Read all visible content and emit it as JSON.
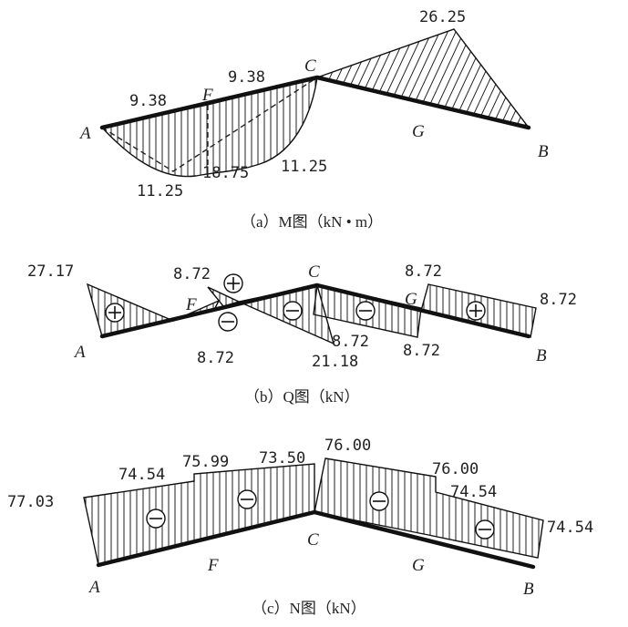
{
  "panel_a": {
    "caption": "（a）M图（kN • m）",
    "labels": {
      "A": "A",
      "F": "F",
      "C": "C",
      "G": "G",
      "B": "B"
    },
    "values": {
      "v1": "9.38",
      "v2": "9.38",
      "v3": "26.25",
      "v4": "18.75",
      "v5": "11.25",
      "v6": "11.25"
    }
  },
  "panel_b": {
    "caption": "（b）Q图（kN）",
    "labels": {
      "A": "A",
      "F": "F",
      "C": "C",
      "G": "G",
      "B": "B"
    },
    "values": {
      "v1": "27.17",
      "v2": "8.72",
      "v3": "8.72",
      "v4": "8.72",
      "v5": "21.18",
      "v6": "8.72",
      "v7": "8.72",
      "v8": "8.72"
    }
  },
  "panel_c": {
    "caption": "（c）N图（kN）",
    "labels": {
      "A": "A",
      "F": "F",
      "C": "C",
      "G": "G",
      "B": "B"
    },
    "values": {
      "v1": "77.03",
      "v2": "74.54",
      "v3": "75.99",
      "v4": "73.50",
      "v5": "76.00",
      "v6": "76.00",
      "v7": "74.54",
      "v8": "74.54"
    }
  }
}
